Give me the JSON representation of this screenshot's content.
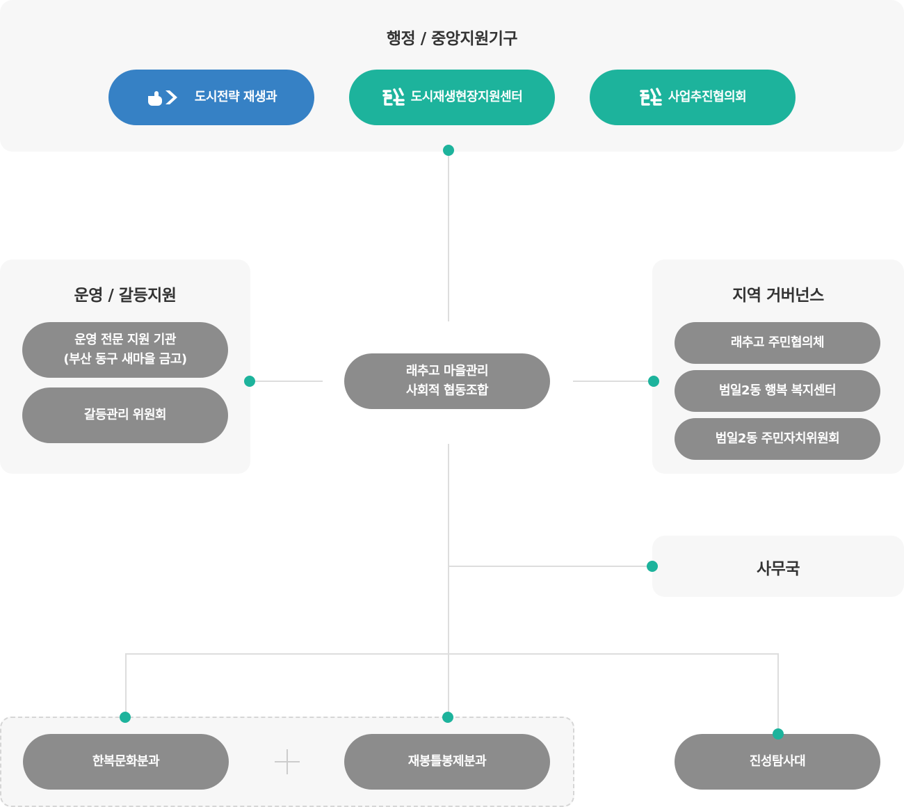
{
  "top": {
    "title": "행정 / 중앙지원기구",
    "items": [
      {
        "label": "도시전략 재생과",
        "icon": "city-logo-icon"
      },
      {
        "label": "도시재생현장지원센터",
        "icon": "regeneration-logo-icon"
      },
      {
        "label": "사업추진협의회",
        "icon": "regeneration-logo-icon"
      }
    ]
  },
  "left": {
    "title": "운영 / 갈등지원",
    "items": [
      {
        "line1": "운영 전문 지원 기관",
        "line2": "(부산 동구 새마을 금고)"
      },
      {
        "label": "갈등관리 위원회"
      }
    ]
  },
  "center": {
    "line1": "래추고 마을관리",
    "line2": "사회적 협동조합"
  },
  "right": {
    "title": "지역 거버넌스",
    "items": [
      {
        "label": "래추고 주민협의체"
      },
      {
        "label": "범일2동 행복 복지센터"
      },
      {
        "label": "범일2동 주민자치위원회"
      }
    ]
  },
  "office": {
    "label": "사무국"
  },
  "bottom": {
    "items": [
      {
        "label": "한복문화분과"
      },
      {
        "label": "재봉틀봉제분과"
      },
      {
        "label": "진성탐사대"
      }
    ]
  },
  "colors": {
    "accent": "#1db39c",
    "blue": "#3681c5",
    "pill_gray": "#8c8c8c",
    "panel": "#f7f7f7"
  }
}
